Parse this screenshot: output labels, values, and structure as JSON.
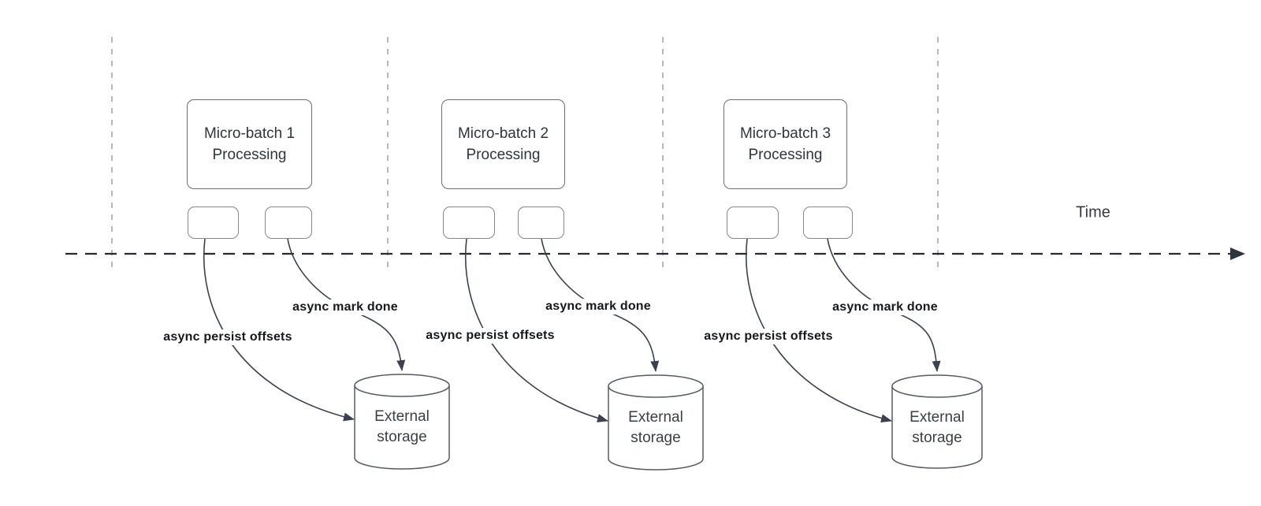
{
  "timeline": {
    "label": "Time"
  },
  "storage_label": {
    "line1": "External",
    "line2": "storage"
  },
  "batches": [
    {
      "title_line1": "Micro-batch 1",
      "title_line2": "Processing",
      "persist_label": "async persist offsets",
      "done_label": "async mark done"
    },
    {
      "title_line1": "Micro-batch 2",
      "title_line2": "Processing",
      "persist_label": "async persist offsets",
      "done_label": "async mark done"
    },
    {
      "title_line1": "Micro-batch 3",
      "title_line2": "Processing",
      "persist_label": "async persist offsets",
      "done_label": "async mark done"
    }
  ],
  "colors": {
    "background": "#ffffff",
    "timeline_stroke": "#262b33",
    "guide_stroke": "#a0a0a0",
    "box_border": "#6e6e6e",
    "task_box_border": "#878787",
    "cylinder_border": "#565c66",
    "arrow_stroke": "#3b4150",
    "box_text": "#30353d",
    "edge_label_text": "#15181d",
    "time_text": "#343943"
  }
}
